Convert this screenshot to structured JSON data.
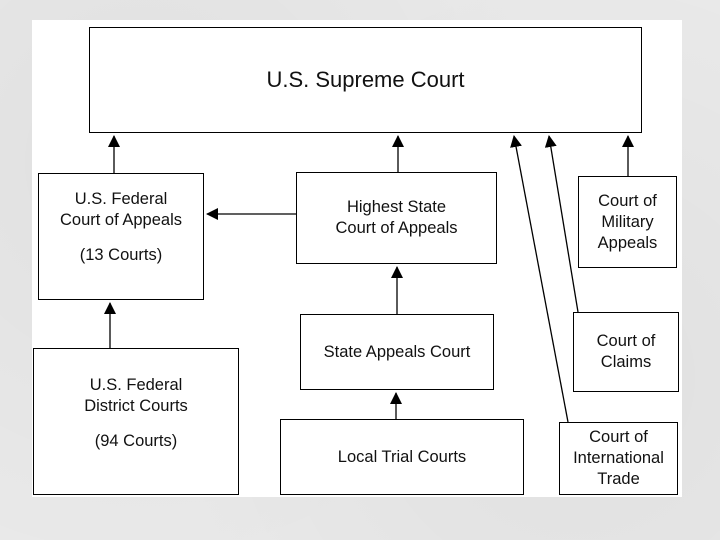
{
  "diagram": {
    "supreme": {
      "lines": [
        "U.S. Supreme Court"
      ]
    },
    "federal_appeals": {
      "lines": [
        "U.S. Federal",
        "Court of Appeals"
      ],
      "count": "(13 Courts)"
    },
    "highest_state": {
      "lines": [
        "Highest State",
        "Court of Appeals"
      ]
    },
    "military": {
      "lines": [
        "Court of",
        "Military",
        "Appeals"
      ]
    },
    "federal_district": {
      "lines": [
        "U.S. Federal",
        "District Courts"
      ],
      "count": "(94 Courts)"
    },
    "state_appeals": {
      "lines": [
        "State Appeals Court"
      ]
    },
    "claims": {
      "lines": [
        "Court of",
        "Claims"
      ]
    },
    "local_trial": {
      "lines": [
        "Local Trial Courts"
      ]
    },
    "international_trade": {
      "lines": [
        "Court of",
        "International",
        "Trade"
      ]
    }
  }
}
